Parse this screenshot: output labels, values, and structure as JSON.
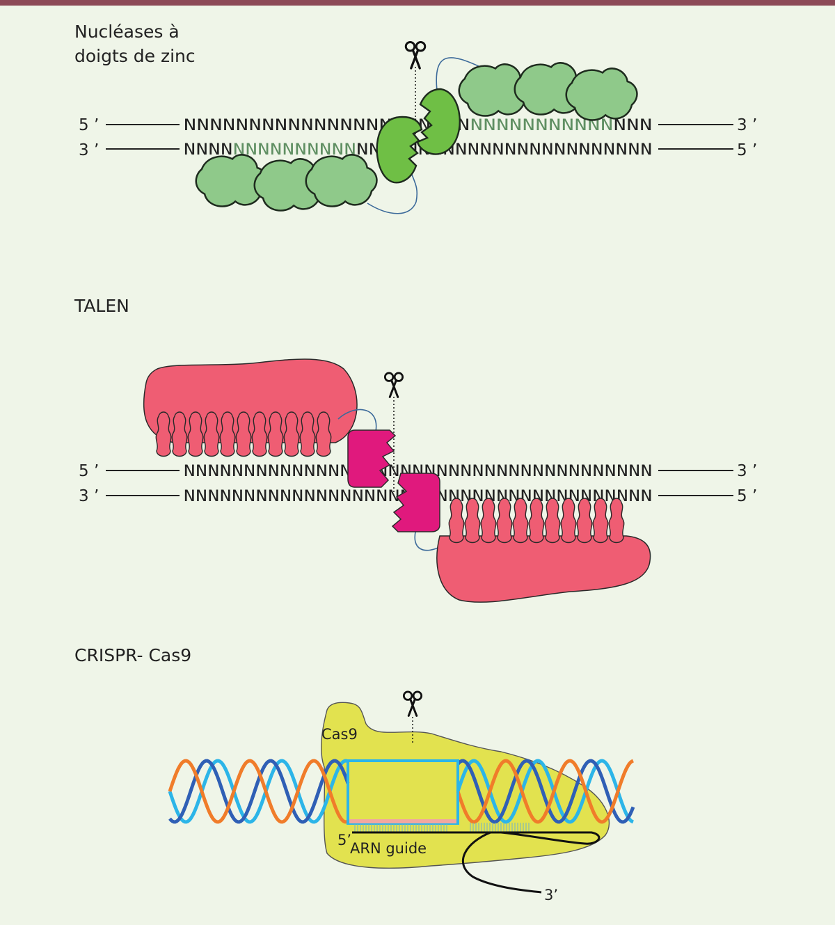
{
  "colors": {
    "top_bar": "#8c4a57",
    "background": "#eff5e8",
    "zinc_finger": "#8fc98a",
    "zinc_nuclease": "#6fbf45",
    "green_letters": "#5f8f62",
    "talen_body": "#ef5d73",
    "talen_nuclease": "#e0197d",
    "cas9_body": "#e2e24f",
    "dna_orange": "#f07c2a",
    "dna_blue": "#2f5fb5",
    "dna_cyan": "#2cb5e8",
    "guide_rna": "#111111",
    "target_pink": "#f1a7a0"
  },
  "icons": {
    "scissors": "scissors-icon"
  },
  "sections": {
    "zinc": {
      "title_line1": "Nucléases à",
      "title_line2": "doigts de zinc",
      "top": {
        "label_left": "5 ’",
        "label_right": "3 ’",
        "seq_a": "NNNNNNNNNNNNNNNNNNN",
        "seq_b": "NNN",
        "seq_green": "NNNNNNNNNNN",
        "seq_c": "NNN"
      },
      "bottom": {
        "label_left": "3 ’",
        "label_right": "5 ’",
        "seq_a": "NNNN",
        "seq_green": "NNNNNNNNNN",
        "seq_b": "NNNNNNNNNNNNNNNNNNNNNNNN"
      }
    },
    "talen": {
      "title": "TALEN",
      "top": {
        "label_left": "5 ’",
        "label_right": "3 ’",
        "seq": "NNNNNNNNNNNNNNNNNNNNNNNNNNNNNNNNNNNNNNN"
      },
      "bottom": {
        "label_left": "3 ’",
        "label_right": "5 ’",
        "seq": "NNNNNNNNNNNNNNNNNNNNNNNNNNNNNNNNNNNNNNN"
      }
    },
    "crispr": {
      "title": "CRISPR- Cas9",
      "cas9_label": "Cas9",
      "guide_label": "ARN guide",
      "five_prime": "5’",
      "three_prime": "3’"
    }
  }
}
